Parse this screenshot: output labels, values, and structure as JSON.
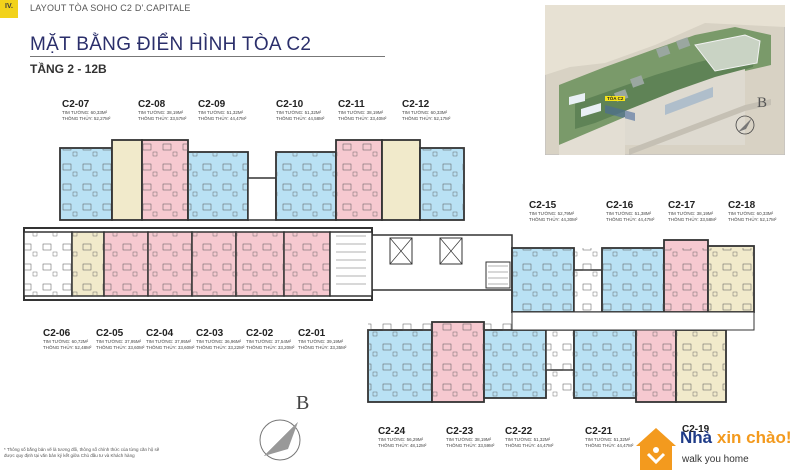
{
  "header": {
    "section_badge": "IV.",
    "layout_title": "LAYOUT TÒA SOHO C2 D'.CAPITALE",
    "main_title": "MẶT BẰNG ĐIỂN HÌNH TÒA C2",
    "sub_title": "TẦNG 2 - 12B"
  },
  "site_plan": {
    "building_label": "TÒA C2",
    "compass_letter": "B"
  },
  "compass": {
    "letter": "B"
  },
  "colors": {
    "blue": "#b9e1f4",
    "pink": "#f6c9d0",
    "beige": "#f1eacb",
    "wall": "#333333",
    "core": "#ffffff",
    "title": "#2b2f6b",
    "badge": "#f2d21b"
  },
  "units": {
    "c2_07": {
      "code": "C2-07",
      "tim_tuong": "TIM TƯỜNG: 60,33M²",
      "thong_thuy": "THÔNG THỦY: 52,27M²"
    },
    "c2_08": {
      "code": "C2-08",
      "tim_tuong": "TIM TƯỜNG: 38,19M²",
      "thong_thuy": "THÔNG THỦY: 33,57M²"
    },
    "c2_09": {
      "code": "C2-09",
      "tim_tuong": "TIM TƯỜNG: 51,32M²",
      "thong_thuy": "THÔNG THỦY: 44,47M²"
    },
    "c2_10": {
      "code": "C2-10",
      "tim_tuong": "TIM TƯỜNG: 51,32M²",
      "thong_thuy": "THÔNG THỦY: 44,58M²"
    },
    "c2_11": {
      "code": "C2-11",
      "tim_tuong": "TIM TƯỜNG: 38,19M²",
      "thong_thuy": "THÔNG THỦY: 33,40M²"
    },
    "c2_12": {
      "code": "C2-12",
      "tim_tuong": "TIM TƯỜNG: 60,33M²",
      "thong_thuy": "THÔNG THỦY: 52,17M²"
    },
    "c2_15": {
      "code": "C2-15",
      "tim_tuong": "TIM TƯỜNG: 52,79M²",
      "thong_thuy": "THÔNG THỦY: 44,30M²"
    },
    "c2_16": {
      "code": "C2-16",
      "tim_tuong": "TIM TƯỜNG: 51,38M²",
      "thong_thuy": "THÔNG THỦY: 44,47M²"
    },
    "c2_17": {
      "code": "C2-17",
      "tim_tuong": "TIM TƯỜNG: 38,19M²",
      "thong_thuy": "THÔNG THỦY: 33,58M²"
    },
    "c2_18": {
      "code": "C2-18",
      "tim_tuong": "TIM TƯỜNG: 60,33M²",
      "thong_thuy": "THÔNG THỦY: 52,17M²"
    },
    "c2_06": {
      "code": "C2-06",
      "tim_tuong": "TIM TƯỜNG: 60,72M²",
      "thong_thuy": "THÔNG THỦY: 52,48M²"
    },
    "c2_05": {
      "code": "C2-05",
      "tim_tuong": "TIM TƯỜNG: 37,95M²",
      "thong_thuy": "THÔNG THỦY: 33,60M²"
    },
    "c2_04": {
      "code": "C2-04",
      "tim_tuong": "TIM TƯỜNG: 37,95M²",
      "thong_thuy": "THÔNG THỦY: 33,60M²"
    },
    "c2_03": {
      "code": "C2-03",
      "tim_tuong": "TIM TƯỜNG: 36,96M²",
      "thong_thuy": "THÔNG THỦY: 33,22M²"
    },
    "c2_02": {
      "code": "C2-02",
      "tim_tuong": "TIM TƯỜNG: 37,54M²",
      "thong_thuy": "THÔNG THỦY: 33,20M²"
    },
    "c2_01": {
      "code": "C2-01",
      "tim_tuong": "TIM TƯỜNG: 39,19M²",
      "thong_thuy": "THÔNG THỦY: 33,35M²"
    },
    "c2_24": {
      "code": "C2-24",
      "tim_tuong": "TIM TƯỜNG: 56,29M²",
      "thong_thuy": "THÔNG THỦY: 48,12M²"
    },
    "c2_23": {
      "code": "C2-23",
      "tim_tuong": "TIM TƯỜNG: 38,19M²",
      "thong_thuy": "THÔNG THỦY: 33,59M²"
    },
    "c2_22": {
      "code": "C2-22",
      "tim_tuong": "TIM TƯỜNG: 51,32M²",
      "thong_thuy": "THÔNG THỦY: 44,47M²"
    },
    "c2_21": {
      "code": "C2-21",
      "tim_tuong": "TIM TƯỜNG: 51,32M²",
      "thong_thuy": "THÔNG THỦY: 44,47M²"
    },
    "c2_19": {
      "code": "C2-19"
    }
  },
  "footer": {
    "note": "* Thông số bằng bản vẽ là tương đối, thông số chính thức của từng căn hộ sẽ được quy định tại văn bản ký kết giữa Chủ đầu tư và Khách hàng"
  },
  "logo": {
    "brand": "Nhà",
    "greeting": "xin chào!",
    "tagline": "walk you home"
  }
}
